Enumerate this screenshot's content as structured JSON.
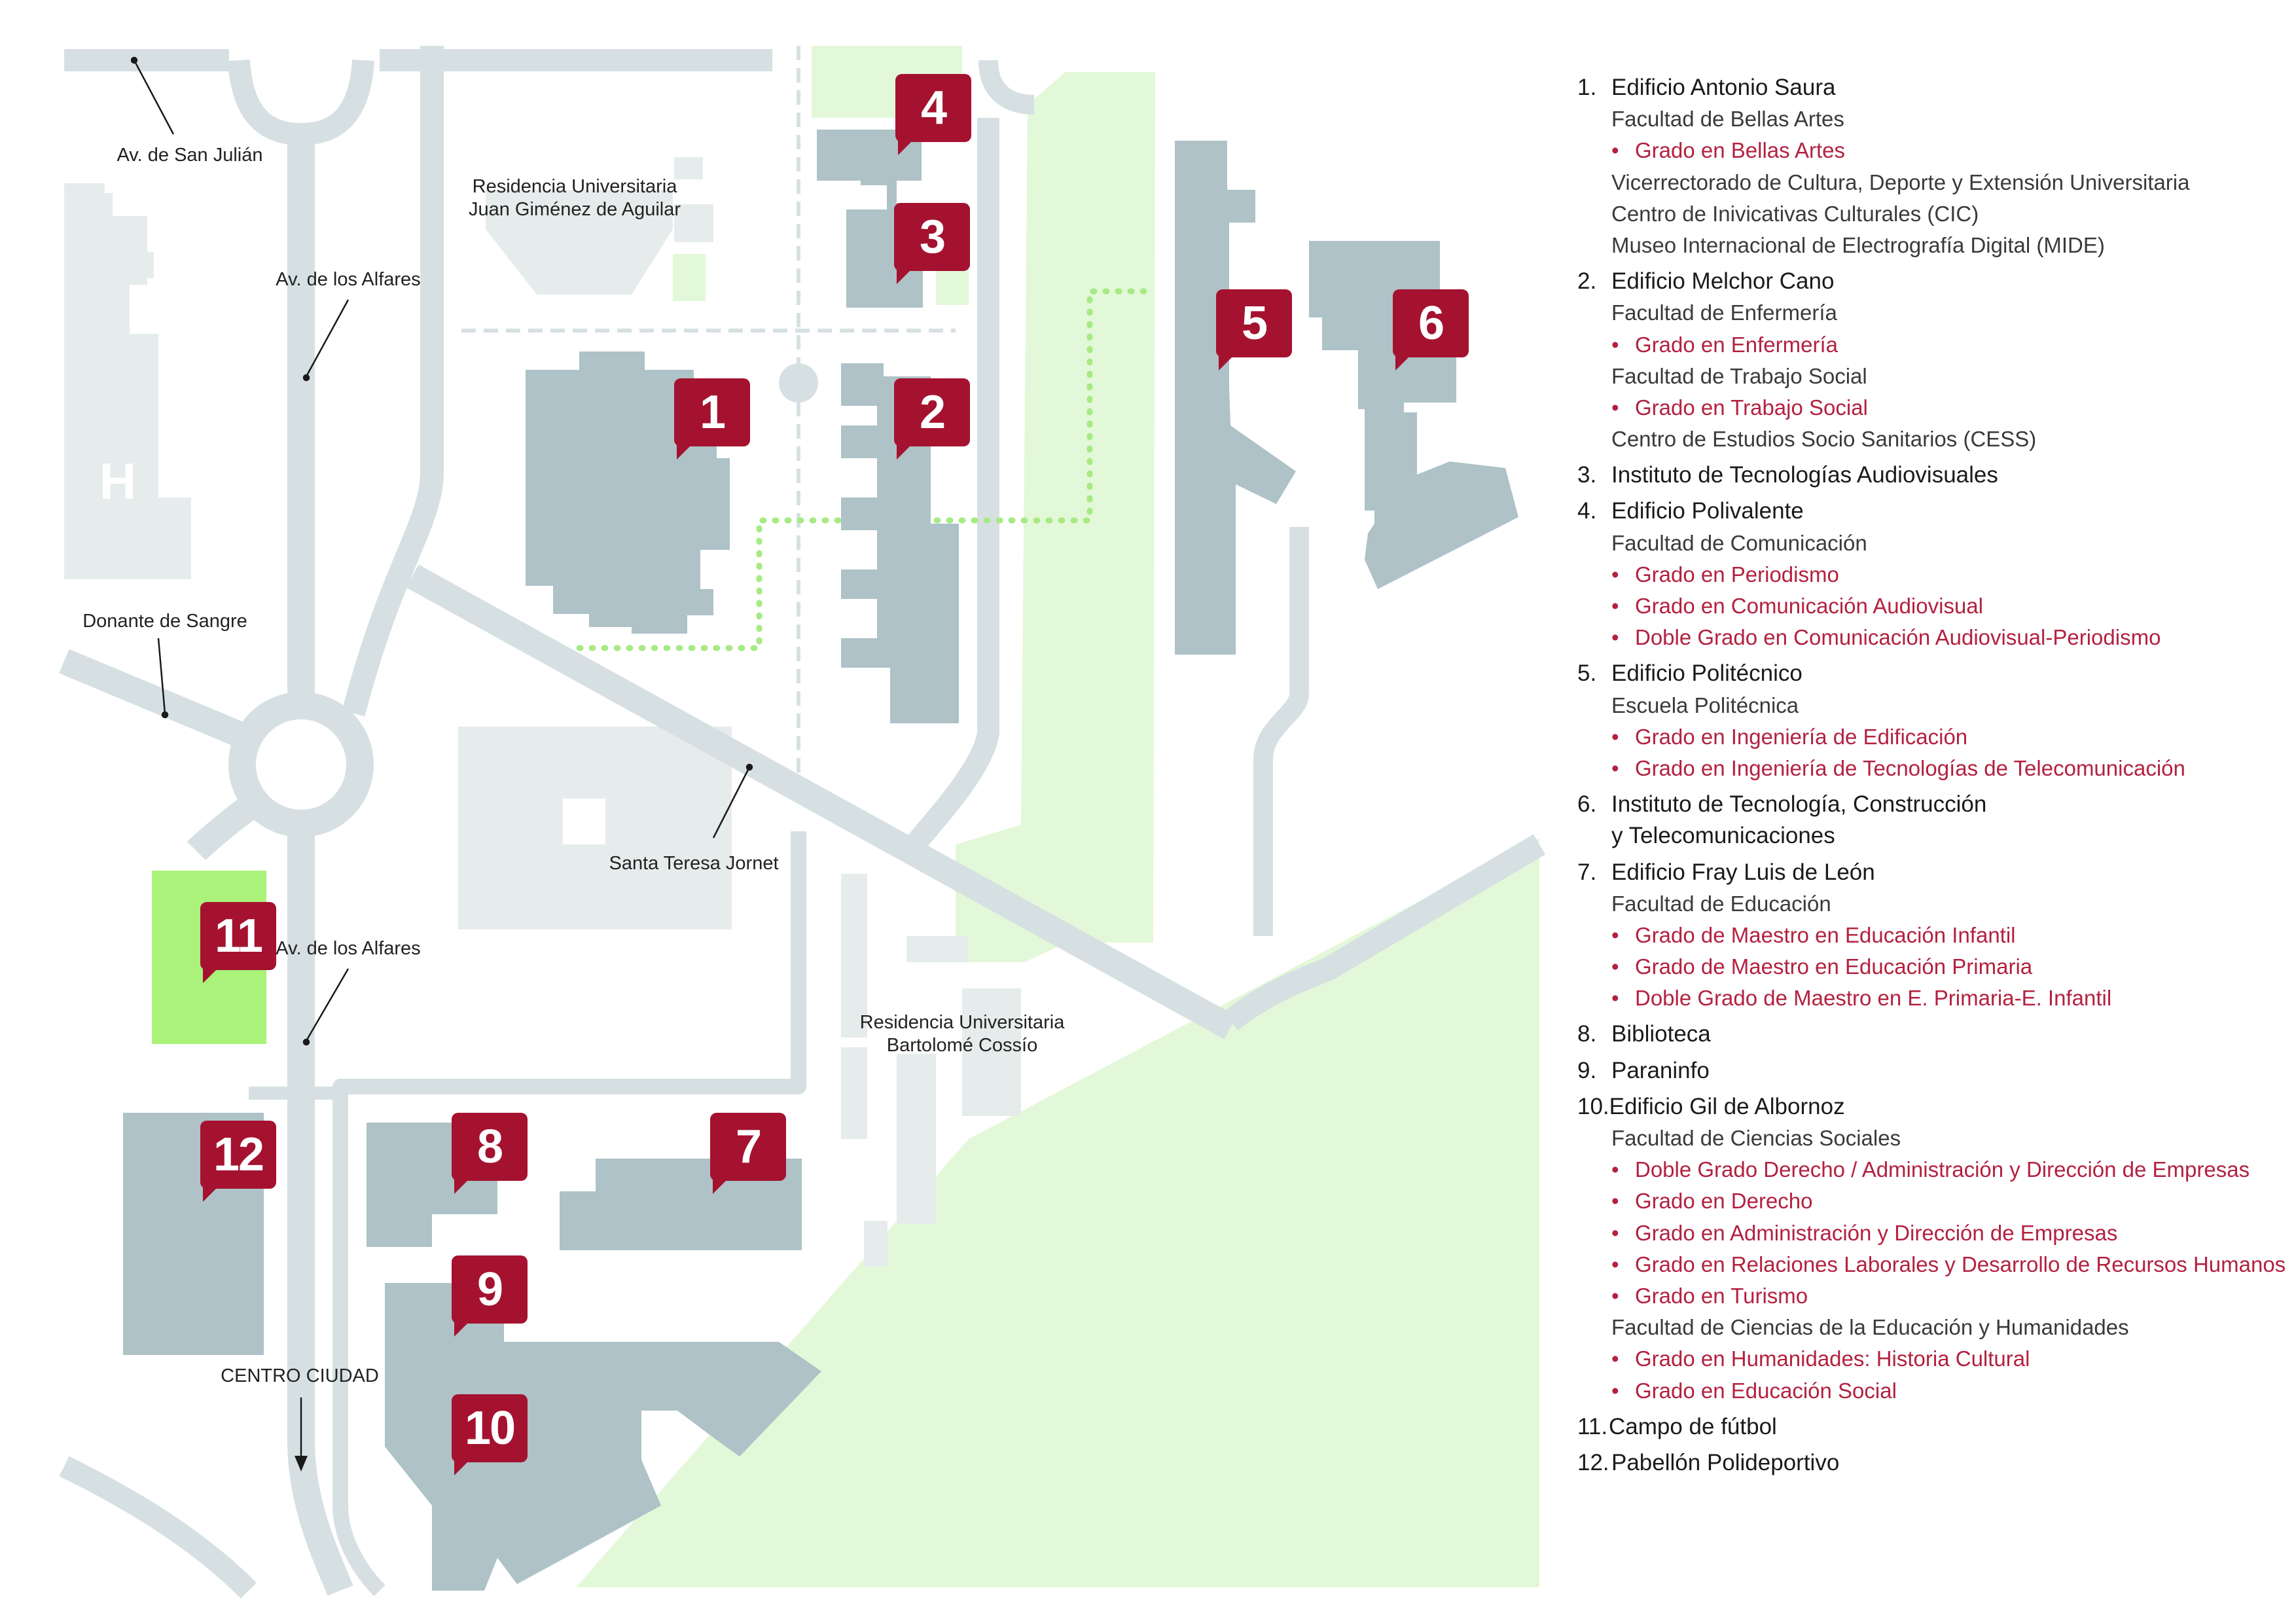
{
  "map": {
    "colors": {
      "road": "#d6e0e3",
      "building": "#aec2c7",
      "building_light": "#e6ecec",
      "green_light": "#e3f8d8",
      "green_field": "#aaf27a",
      "path_dots": "#a7ea85",
      "marker": "#a4122f"
    },
    "hospital_letter": "H",
    "streets": {
      "san_julian": "Av. de San Julián",
      "alfares_top": "Av. de los Alfares",
      "alfares_bottom": "Av. de los Alfares",
      "donante": "Donante de Sangre",
      "santa_teresa": "Santa Teresa Jornet",
      "centro": "CENTRO CIUDAD",
      "residencia1_line1": "Residencia Universitaria",
      "residencia1_line2": "Juan Giménez de Aguilar",
      "residencia2_line1": "Residencia Universitaria",
      "residencia2_line2": "Bartolomé Cossío"
    },
    "markers": [
      "1",
      "2",
      "3",
      "4",
      "5",
      "6",
      "7",
      "8",
      "9",
      "10",
      "11",
      "12"
    ]
  },
  "legend": [
    {
      "kind": "title",
      "num": "1.",
      "text": "Edificio Antonio Saura"
    },
    {
      "kind": "fac",
      "text": "Facultad de Bellas Artes"
    },
    {
      "kind": "deg",
      "text": "Grado en Bellas Artes"
    },
    {
      "kind": "fac",
      "text": "Vicerrectorado de Cultura, Deporte y Extensión Universitaria"
    },
    {
      "kind": "fac",
      "text": "Centro de Inivicativas Culturales (CIC)"
    },
    {
      "kind": "fac",
      "text": "Museo Internacional de Electrografía Digital (MIDE)"
    },
    {
      "kind": "title",
      "num": "2.",
      "text": "Edificio Melchor Cano"
    },
    {
      "kind": "fac",
      "text": "Facultad de Enfermería"
    },
    {
      "kind": "deg",
      "text": "Grado en Enfermería"
    },
    {
      "kind": "fac",
      "text": "Facultad de Trabajo Social"
    },
    {
      "kind": "deg",
      "text": "Grado en Trabajo Social"
    },
    {
      "kind": "fac",
      "text": "Centro de Estudios Socio Sanitarios (CESS)"
    },
    {
      "kind": "title",
      "num": "3.",
      "text": "Instituto de Tecnologías Audiovisuales"
    },
    {
      "kind": "title",
      "num": "4.",
      "text": "Edificio Polivalente"
    },
    {
      "kind": "fac",
      "text": "Facultad de Comunicación"
    },
    {
      "kind": "deg",
      "text": "Grado en Periodismo"
    },
    {
      "kind": "deg",
      "text": "Grado en Comunicación Audiovisual"
    },
    {
      "kind": "deg",
      "text": "Doble Grado en Comunicación Audiovisual-Periodismo"
    },
    {
      "kind": "title",
      "num": "5.",
      "text": "Edificio Politécnico"
    },
    {
      "kind": "fac",
      "text": "Escuela Politécnica"
    },
    {
      "kind": "deg",
      "text": "Grado en Ingeniería de Edificación"
    },
    {
      "kind": "deg",
      "text": "Grado en Ingeniería de Tecnologías de Telecomunicación"
    },
    {
      "kind": "title",
      "num": "6.",
      "text": "Instituto de Tecnología, Construcción"
    },
    {
      "kind": "cont",
      "text": "y Telecomunicaciones"
    },
    {
      "kind": "title",
      "num": "7.",
      "text": "Edificio Fray Luis de León"
    },
    {
      "kind": "fac",
      "text": "Facultad de Educación"
    },
    {
      "kind": "deg",
      "text": "Grado de Maestro en Educación Infantil"
    },
    {
      "kind": "deg",
      "text": "Grado de Maestro en Educación Primaria"
    },
    {
      "kind": "deg",
      "text": "Doble Grado de Maestro en E. Primaria-E. Infantil"
    },
    {
      "kind": "title",
      "num": "8.",
      "text": "Biblioteca"
    },
    {
      "kind": "title",
      "num": "9.",
      "text": "Paraninfo"
    },
    {
      "kind": "title",
      "num": "10.",
      "text": "Edificio Gil de Albornoz",
      "tight": true
    },
    {
      "kind": "fac",
      "text": "Facultad de Ciencias Sociales"
    },
    {
      "kind": "deg",
      "text": "Doble Grado Derecho / Administración y Dirección de Empresas"
    },
    {
      "kind": "deg",
      "text": "Grado en Derecho"
    },
    {
      "kind": "deg",
      "text": "Grado en Administración y Dirección de Empresas"
    },
    {
      "kind": "deg",
      "text": "Grado en Relaciones Laborales y Desarrollo de Recursos Humanos"
    },
    {
      "kind": "deg",
      "text": "Grado en Turismo"
    },
    {
      "kind": "fac",
      "text": "Facultad de Ciencias de la Educación y Humanidades"
    },
    {
      "kind": "deg",
      "text": "Grado en Humanidades: Historia Cultural"
    },
    {
      "kind": "deg",
      "text": "Grado en Educación Social"
    },
    {
      "kind": "title",
      "num": "11.",
      "text": "Campo de fútbol",
      "tight": true
    },
    {
      "kind": "title",
      "num": "12.",
      "text": "Pabellón Polideportivo"
    }
  ]
}
